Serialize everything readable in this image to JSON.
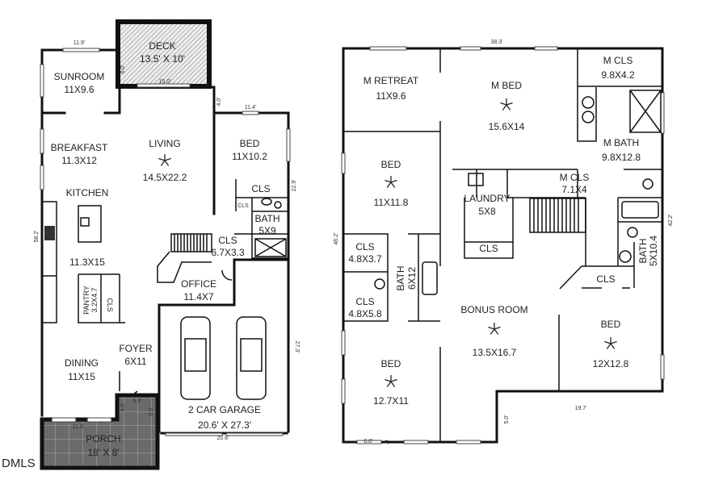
{
  "first_floor": {
    "rooms": [
      {
        "name": "DECK",
        "size": "13.5' X 10'"
      },
      {
        "name": "SUNROOM",
        "size": "11X9.6"
      },
      {
        "name": "BREAKFAST",
        "size": "11.3X12"
      },
      {
        "name": "LIVING",
        "size": "14.5X22.2"
      },
      {
        "name": "BED",
        "size": "11X10.2"
      },
      {
        "name": "KITCHEN",
        "size": "11.3X15"
      },
      {
        "name": "CLS",
        "size": ""
      },
      {
        "name": "BATH",
        "size": "5X9"
      },
      {
        "name": "CLS",
        "size": "6.7X3.3"
      },
      {
        "name": "OFFICE",
        "size": "11.4X7"
      },
      {
        "name": "PANTRY",
        "size": "3.2X4.7"
      },
      {
        "name": "CLS",
        "size": ""
      },
      {
        "name": "FOYER",
        "size": "6X11"
      },
      {
        "name": "DINING",
        "size": "11X15"
      },
      {
        "name": "2 CAR GARAGE",
        "size": "20.6' X 27.3'"
      },
      {
        "name": "PORCH",
        "size": "18' X 8'"
      }
    ],
    "small_cls": "CLS",
    "dims": [
      "11.9'",
      "6.0'",
      "15.0'",
      "4.0'",
      "11.4'",
      "22.9'",
      "58.2'",
      "27.3'",
      "20.6'",
      "5.8'",
      "4.0'",
      "6.0'",
      "11.9'"
    ]
  },
  "second_floor": {
    "rooms": [
      {
        "name": "M RETREAT",
        "size": "11X9.6"
      },
      {
        "name": "M BED",
        "size": "15.6X14"
      },
      {
        "name": "M CLS",
        "size": "9.8X4.2"
      },
      {
        "name": "M BATH",
        "size": "9.8X12.8"
      },
      {
        "name": "BED",
        "size": "11X11.8"
      },
      {
        "name": "M CLS",
        "size": "7.1X4"
      },
      {
        "name": "LAUNDRY",
        "size": "5X8"
      },
      {
        "name": "CLS",
        "size": ""
      },
      {
        "name": "CLS",
        "size": "4.8X3.7"
      },
      {
        "name": "BATH",
        "size": "6X12"
      },
      {
        "name": "CLS",
        "size": "4.8X5.8"
      },
      {
        "name": "BATH",
        "size": "5X10.4"
      },
      {
        "name": "CLS",
        "size": ""
      },
      {
        "name": "BONUS ROOM",
        "size": "13.5X16.7"
      },
      {
        "name": "BED",
        "size": "12X12.8"
      },
      {
        "name": "BED",
        "size": "12.7X11"
      }
    ],
    "dims": [
      "38.3'",
      "46.2'",
      "42.2'",
      "19.7'",
      "5.0'",
      "6.0'",
      "0'"
    ]
  },
  "watermark": "DMLS",
  "colors": {
    "wall": "#111111",
    "deck_hatch": "#bbbbbb",
    "porch_fill": "#6b6b6b"
  }
}
